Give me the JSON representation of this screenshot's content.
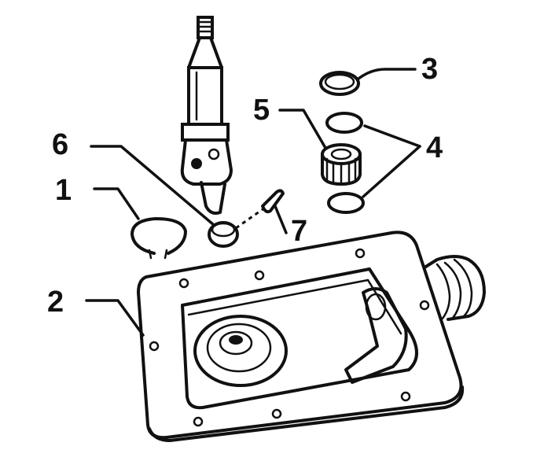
{
  "labels": {
    "p1": "1",
    "p2": "2",
    "p3": "3",
    "p4": "4",
    "p5": "5",
    "p6": "6",
    "p7": "7"
  },
  "colors": {
    "ink": "#111111",
    "paper": "#ffffff"
  }
}
